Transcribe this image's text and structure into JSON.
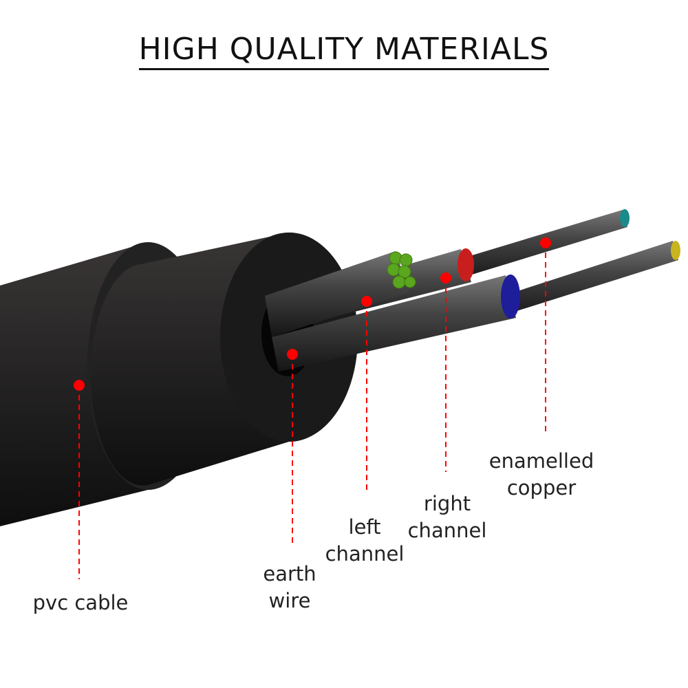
{
  "title": "HIGH QUALITY MATERIALS",
  "colors": {
    "marker": "#ff0000",
    "jacket": "#1c1c1c",
    "left_channel": "#5aa61e",
    "right_channel": "#c81e1e",
    "earth_end": "#1e1e9a",
    "copper_a": "#1a8a8a",
    "copper_b": "#c8b41e"
  },
  "labels": {
    "pvc": [
      "pvc cable"
    ],
    "earth": [
      "earth",
      "wire"
    ],
    "left": [
      "left",
      "channel"
    ],
    "right": [
      "right",
      "channel"
    ],
    "copper": [
      "enamelled",
      "copper"
    ]
  }
}
